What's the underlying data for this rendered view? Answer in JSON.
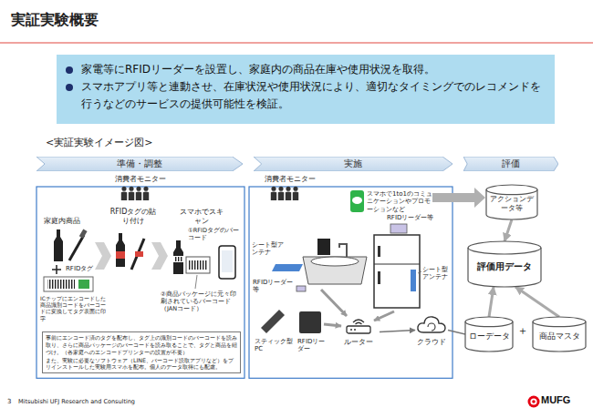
{
  "diagram": {
    "title": "実証実験概要",
    "nodes": [
      {
        "text": [
          "家電等にRFIDリーダーを設置し、家庭内の商品在庫や使用状況を取得。",
          "スマホアプリ等と連動させ、在庫状況や使用状況により、適切なタイミングでのレコメンドを行うなどのサービスの提供可能性を検証。"
        ]
      },
      {
        "text": [
          "準備・調整"
        ]
      },
      {
        "text": [
          "実施"
        ]
      },
      {
        "text": [
          "評価"
        ]
      },
      {
        "text": [
          "事前にエンコード済のタグを配布し、タグ上の識別コードのバーコードを読み取り、さらに商品パッケージのバーコードを読み取ることで、タグと商品を紐づけ。（各家庭へのエンコードプリンターの設置が不要）",
          "また、実験に必要なソフトウェア（LINE、バーコード読取アプリなど）をプリインストールした実験用スマホを配布。個人のデータ取得にも配慮。"
        ]
      },
      {
        "text": [
          "アクションデータ等"
        ]
      },
      {
        "text": [
          "評価用データ"
        ]
      },
      {
        "text": [
          "ローデータ"
        ]
      },
      {
        "text": [
          "商品マスタ"
        ]
      },
      {
        "text": [
          "ルーター"
        ]
      },
      {
        "text": [
          "クラウド"
        ]
      }
    ],
    "edges": [
      {
        "from": 9,
        "to": 10,
        "arrow": "to"
      },
      {
        "from": 10,
        "to": 7,
        "arrow": "none"
      },
      {
        "from": 5,
        "to": 6,
        "arrow": "to"
      },
      {
        "from": 7,
        "to": 6,
        "arrow": "to"
      },
      {
        "from": 8,
        "to": 6,
        "arrow": "to"
      }
    ],
    "labels": [
      "<実証実験イメージ図>",
      "消費者モニター",
      "家庭内商品",
      "RFIDタグの貼り付け",
      "スマホでスキャン",
      "①RFIDタグのバーコード",
      "RFIDタグ",
      "ICチップにエンコードした商品識別コードをバーコードに変換してタグ表面に印字",
      "②商品パッケージに元々印刷されているバーコード（JANコード）",
      "消費者モニター",
      "スマホで1to1のコミュニケーションやプロモーションなど",
      "RFIDリーダー等",
      "シート型アンテナ",
      "シート型アンテナ",
      "RFIDリーダー等",
      "スティック型PC",
      "RFIDリーダー",
      "＋",
      "3",
      "Mitsubishi UFJ Research and Consulting",
      "MUFG"
    ]
  }
}
